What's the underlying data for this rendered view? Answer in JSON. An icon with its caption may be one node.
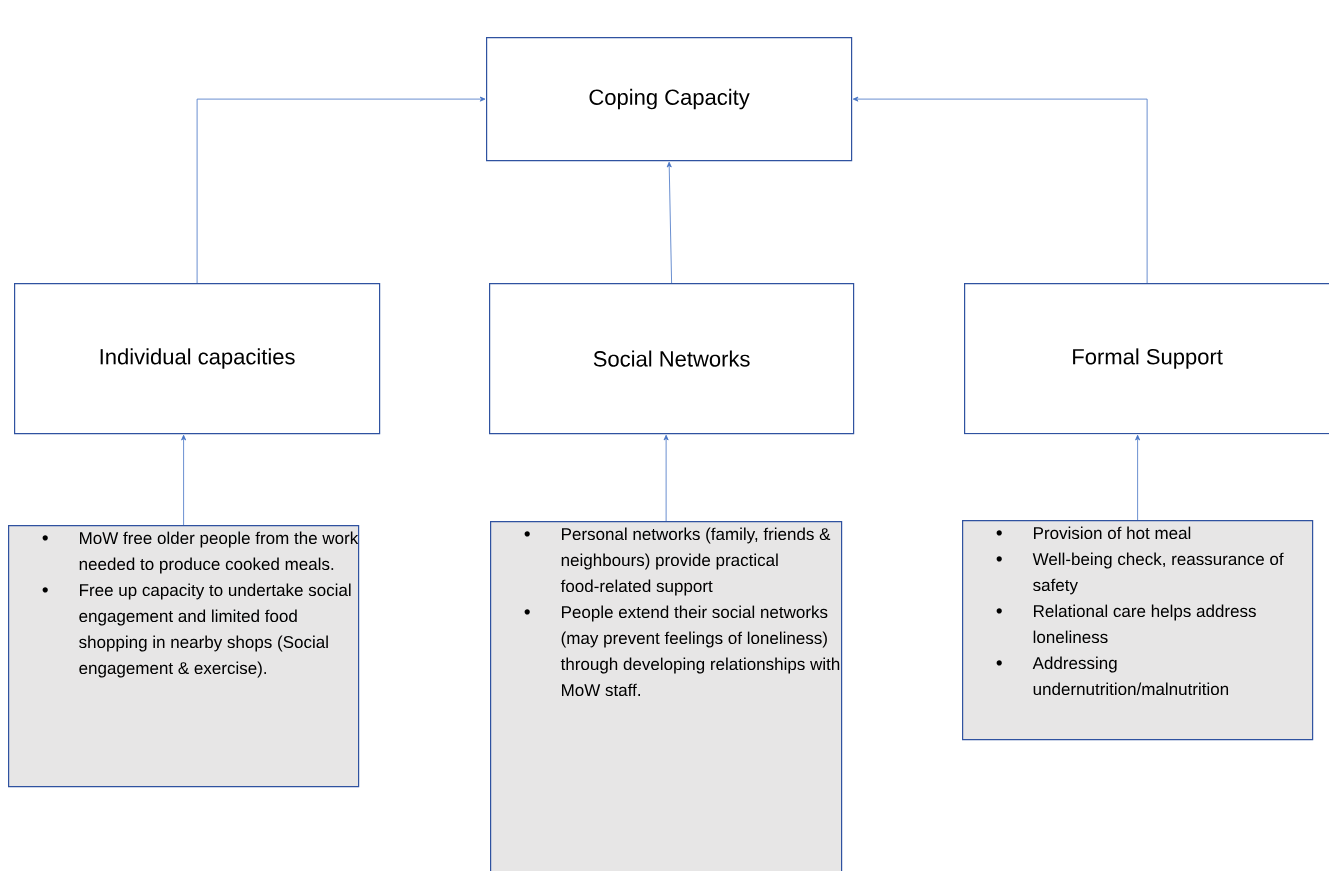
{
  "diagram": {
    "nodes": [
      {
        "text": [
          "Coping Capacity"
        ]
      },
      {
        "text": [
          "Individual capacities"
        ]
      },
      {
        "text": [
          "Social Networks"
        ]
      },
      {
        "text": [
          "Formal Support"
        ]
      },
      {
        "text": [
          "MoW free older people from the work needed to produce cooked meals.",
          "Free up capacity to undertake social engagement and limited food shopping in nearby shops (Social engagement & exercise)."
        ]
      },
      {
        "text": [
          "Personal networks (family, friends & neighbours) provide practical food-related support",
          "People extend their social networks (may prevent feelings of loneliness) through developing relationships with MoW staff."
        ]
      },
      {
        "text": [
          "Provision of hot meal",
          "Well-being check, reassurance of safety",
          "Relational care helps address loneliness",
          "Addressing undernutrition/malnutrition"
        ]
      }
    ],
    "edges": [
      {
        "from": 1,
        "to": 0,
        "arrow": "to"
      },
      {
        "from": 2,
        "to": 0,
        "arrow": "to"
      },
      {
        "from": 3,
        "to": 0,
        "arrow": "to"
      },
      {
        "from": 4,
        "to": 1,
        "arrow": "to"
      },
      {
        "from": 5,
        "to": 2,
        "arrow": "to"
      },
      {
        "from": 6,
        "to": 3,
        "arrow": "to"
      }
    ]
  }
}
